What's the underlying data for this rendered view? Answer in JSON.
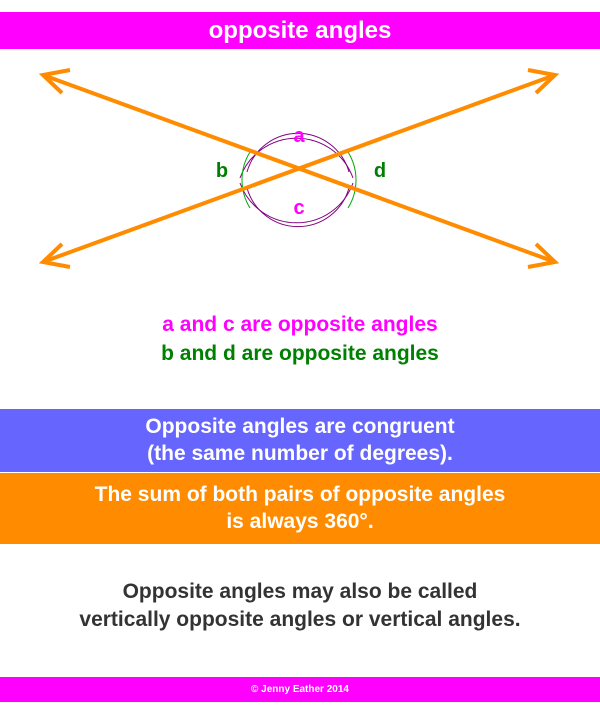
{
  "title": "opposite angles",
  "labels": {
    "a": "a",
    "b": "b",
    "c": "c",
    "d": "d"
  },
  "statements": {
    "ac": "a and c are opposite angles",
    "bd": "b and d are opposite angles"
  },
  "congruent": {
    "line1": "Opposite angles are congruent",
    "line2": "(the same number of degrees)."
  },
  "sum": {
    "line1": "The sum of both pairs of opposite angles",
    "line2": "is always 360°."
  },
  "note": {
    "line1": "Opposite angles may also be called",
    "line2": "vertically opposite angles or vertical angles."
  },
  "footer": "© Jenny Eather 2014",
  "colors": {
    "magenta": "#ff00ff",
    "green": "#008000",
    "orange": "#ff8c00",
    "purple_arc": "#800080",
    "blue_box": "#6666ff"
  }
}
